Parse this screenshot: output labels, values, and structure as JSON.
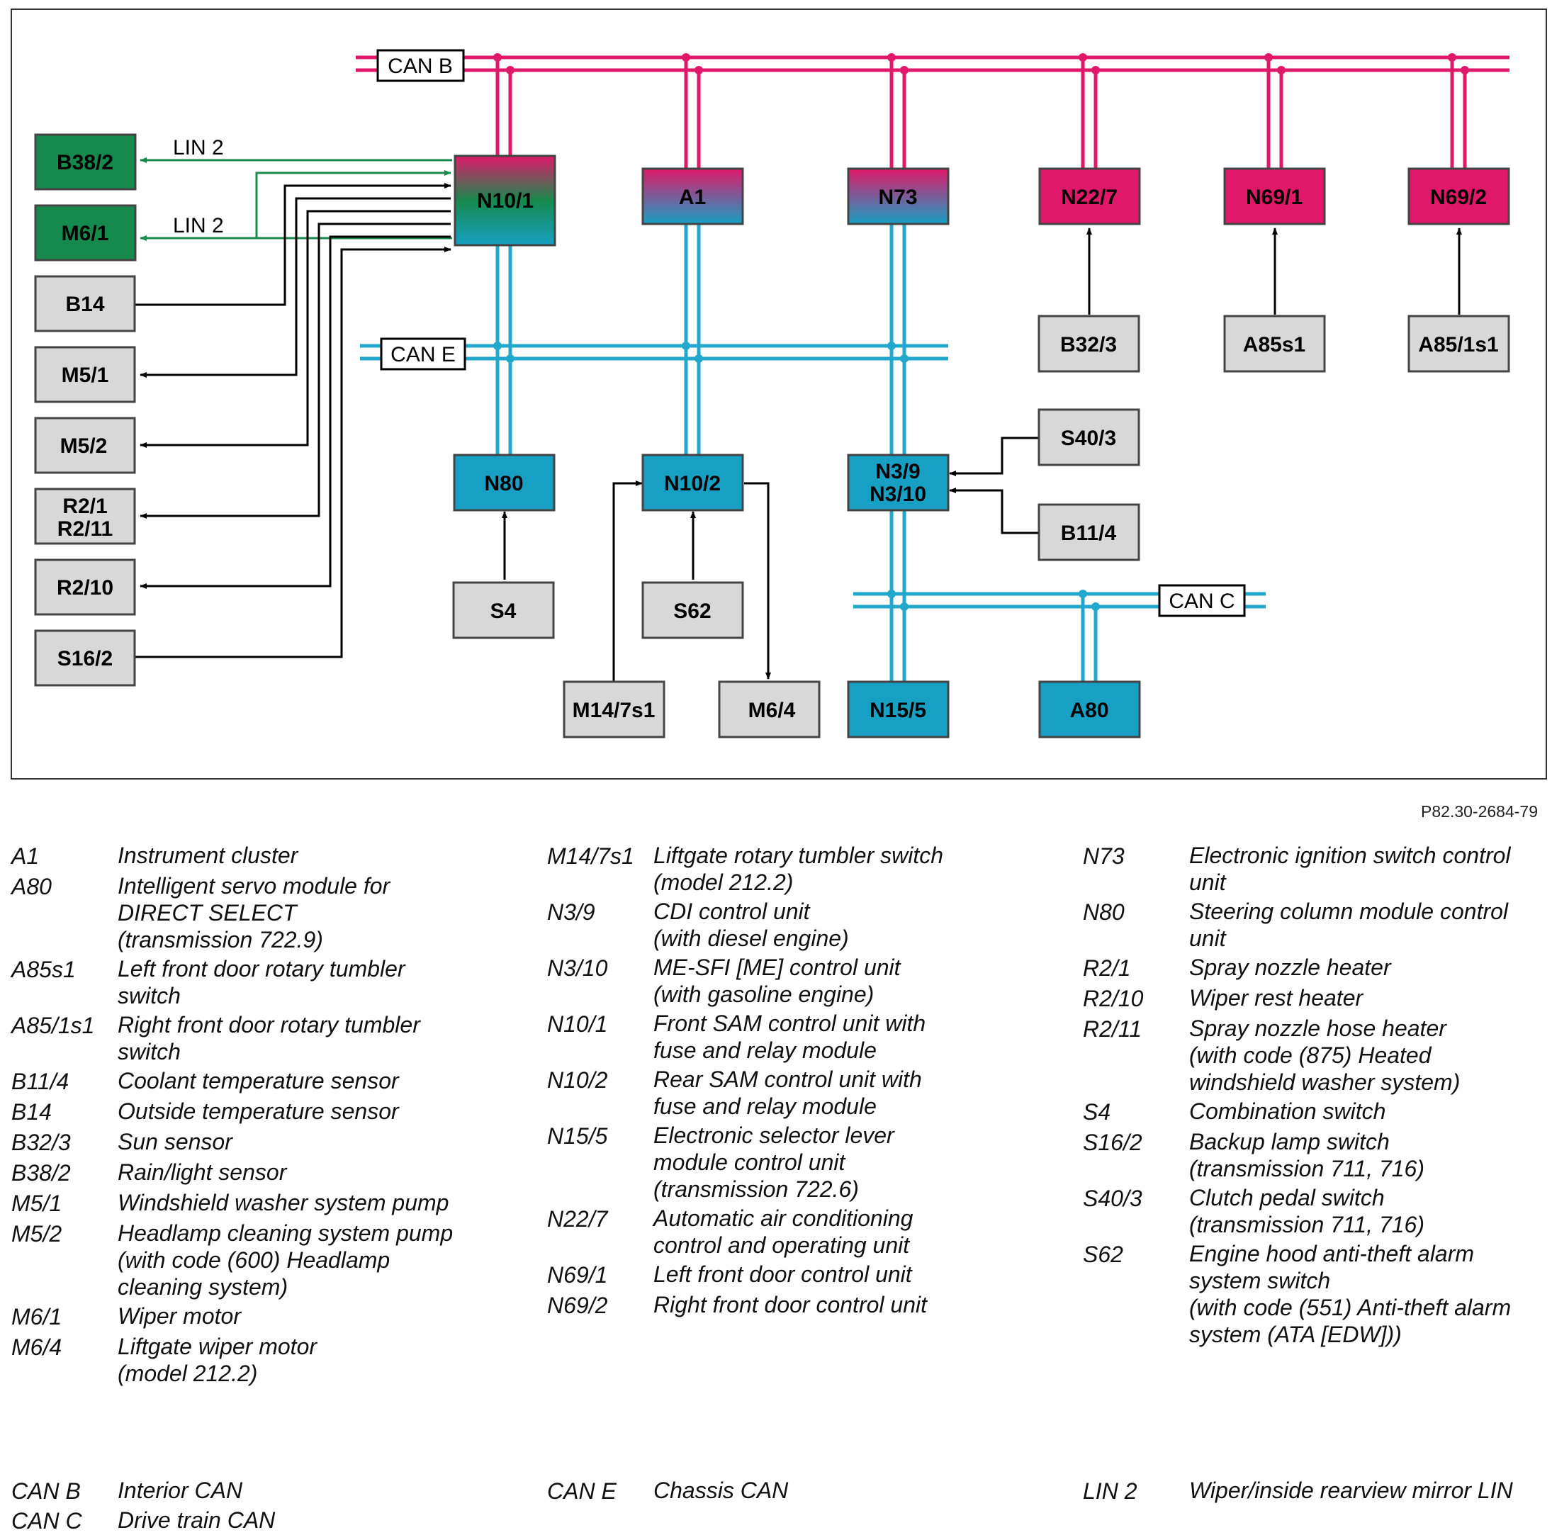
{
  "diagram": {
    "reference": "P82.30-2684-79",
    "buses": {
      "can_b": "CAN B",
      "can_e": "CAN E",
      "can_c": "CAN C",
      "lin_top": "LIN 2",
      "lin_bottom": "LIN 2"
    },
    "nodes": {
      "B38_2": "B38/2",
      "M6_1": "M6/1",
      "B14": "B14",
      "M5_1": "M5/1",
      "M5_2": "M5/2",
      "R2_1": "R2/1",
      "R2_11": "R2/11",
      "R2_10": "R2/10",
      "S16_2": "S16/2",
      "N10_1": "N10/1",
      "A1": "A1",
      "N73": "N73",
      "N22_7": "N22/7",
      "N69_1": "N69/1",
      "N69_2": "N69/2",
      "B32_3": "B32/3",
      "A85s1": "A85s1",
      "A85_1s1": "A85/1s1",
      "S40_3": "S40/3",
      "B11_4": "B11/4",
      "N3_9": "N3/9",
      "N3_10": "N3/10",
      "N80": "N80",
      "N10_2": "N10/2",
      "S4": "S4",
      "S62": "S62",
      "M14_7s1": "M14/7s1",
      "M6_4": "M6/4",
      "N15_5": "N15/5",
      "A80": "A80"
    }
  },
  "legend": {
    "col1": [
      {
        "code": "A1",
        "lines": [
          "Instrument cluster"
        ]
      },
      {
        "code": "A80",
        "lines": [
          "Intelligent servo module for",
          "DIRECT SELECT",
          "(transmission 722.9)"
        ]
      },
      {
        "code": "A85s1",
        "lines": [
          "Left front door rotary tumbler",
          "switch"
        ]
      },
      {
        "code": "A85/1s1",
        "lines": [
          "Right front door rotary tumbler",
          "switch"
        ]
      },
      {
        "code": "B11/4",
        "lines": [
          "Coolant temperature sensor"
        ]
      },
      {
        "code": "B14",
        "lines": [
          "Outside temperature sensor"
        ]
      },
      {
        "code": "B32/3",
        "lines": [
          "Sun sensor"
        ]
      },
      {
        "code": "B38/2",
        "lines": [
          "Rain/light sensor"
        ]
      },
      {
        "code": "M5/1",
        "lines": [
          "Windshield washer system pump"
        ]
      },
      {
        "code": "M5/2",
        "lines": [
          "Headlamp cleaning system pump",
          "(with code (600) Headlamp",
          "cleaning system)"
        ]
      },
      {
        "code": "M6/1",
        "lines": [
          "Wiper motor"
        ]
      },
      {
        "code": "M6/4",
        "lines": [
          "Liftgate wiper motor",
          "(model 212.2)"
        ]
      }
    ],
    "col2": [
      {
        "code": "M14/7s1",
        "lines": [
          "Liftgate rotary tumbler switch",
          "(model 212.2)"
        ]
      },
      {
        "code": "N3/9",
        "lines": [
          "CDI control unit",
          "(with diesel engine)"
        ]
      },
      {
        "code": "N3/10",
        "lines": [
          "ME-SFI [ME] control unit",
          "(with gasoline engine)"
        ]
      },
      {
        "code": "N10/1",
        "lines": [
          "Front SAM control unit with",
          "fuse and relay module"
        ]
      },
      {
        "code": "N10/2",
        "lines": [
          "Rear SAM control unit with",
          "fuse and relay module"
        ]
      },
      {
        "code": "N15/5",
        "lines": [
          "Electronic selector lever",
          "module control unit",
          "(transmission 722.6)"
        ]
      },
      {
        "code": "N22/7",
        "lines": [
          "Automatic air conditioning",
          "control and operating unit"
        ]
      },
      {
        "code": "N69/1",
        "lines": [
          "Left front door control unit"
        ]
      },
      {
        "code": "N69/2",
        "lines": [
          "Right front door control unit"
        ]
      }
    ],
    "col3": [
      {
        "code": "N73",
        "lines": [
          "Electronic ignition switch control",
          "unit"
        ]
      },
      {
        "code": "N80",
        "lines": [
          "Steering column module control",
          "unit"
        ]
      },
      {
        "code": "R2/1",
        "lines": [
          "Spray nozzle heater"
        ]
      },
      {
        "code": "R2/10",
        "lines": [
          "Wiper rest heater"
        ]
      },
      {
        "code": "R2/11",
        "lines": [
          "Spray nozzle hose heater",
          "(with code (875) Heated",
          "windshield washer system)"
        ]
      },
      {
        "code": "S4",
        "lines": [
          "Combination switch"
        ]
      },
      {
        "code": "S16/2",
        "lines": [
          "Backup lamp switch",
          "(transmission 711, 716)"
        ]
      },
      {
        "code": "S40/3",
        "lines": [
          "Clutch pedal switch",
          "(transmission 711, 716)"
        ]
      },
      {
        "code": "S62",
        "lines": [
          "Engine hood anti-theft alarm",
          "system switch",
          "(with code (551) Anti-theft alarm",
          "system (ATA [EDW]))"
        ]
      }
    ],
    "buses": [
      {
        "code": "CAN B",
        "desc": "Interior CAN"
      },
      {
        "code": "CAN C",
        "desc": "Drive train CAN"
      },
      {
        "code": "CAN E",
        "desc": "Chassis CAN"
      },
      {
        "code": "LIN 2",
        "desc": "Wiper/inside rearview mirror LIN"
      }
    ]
  }
}
